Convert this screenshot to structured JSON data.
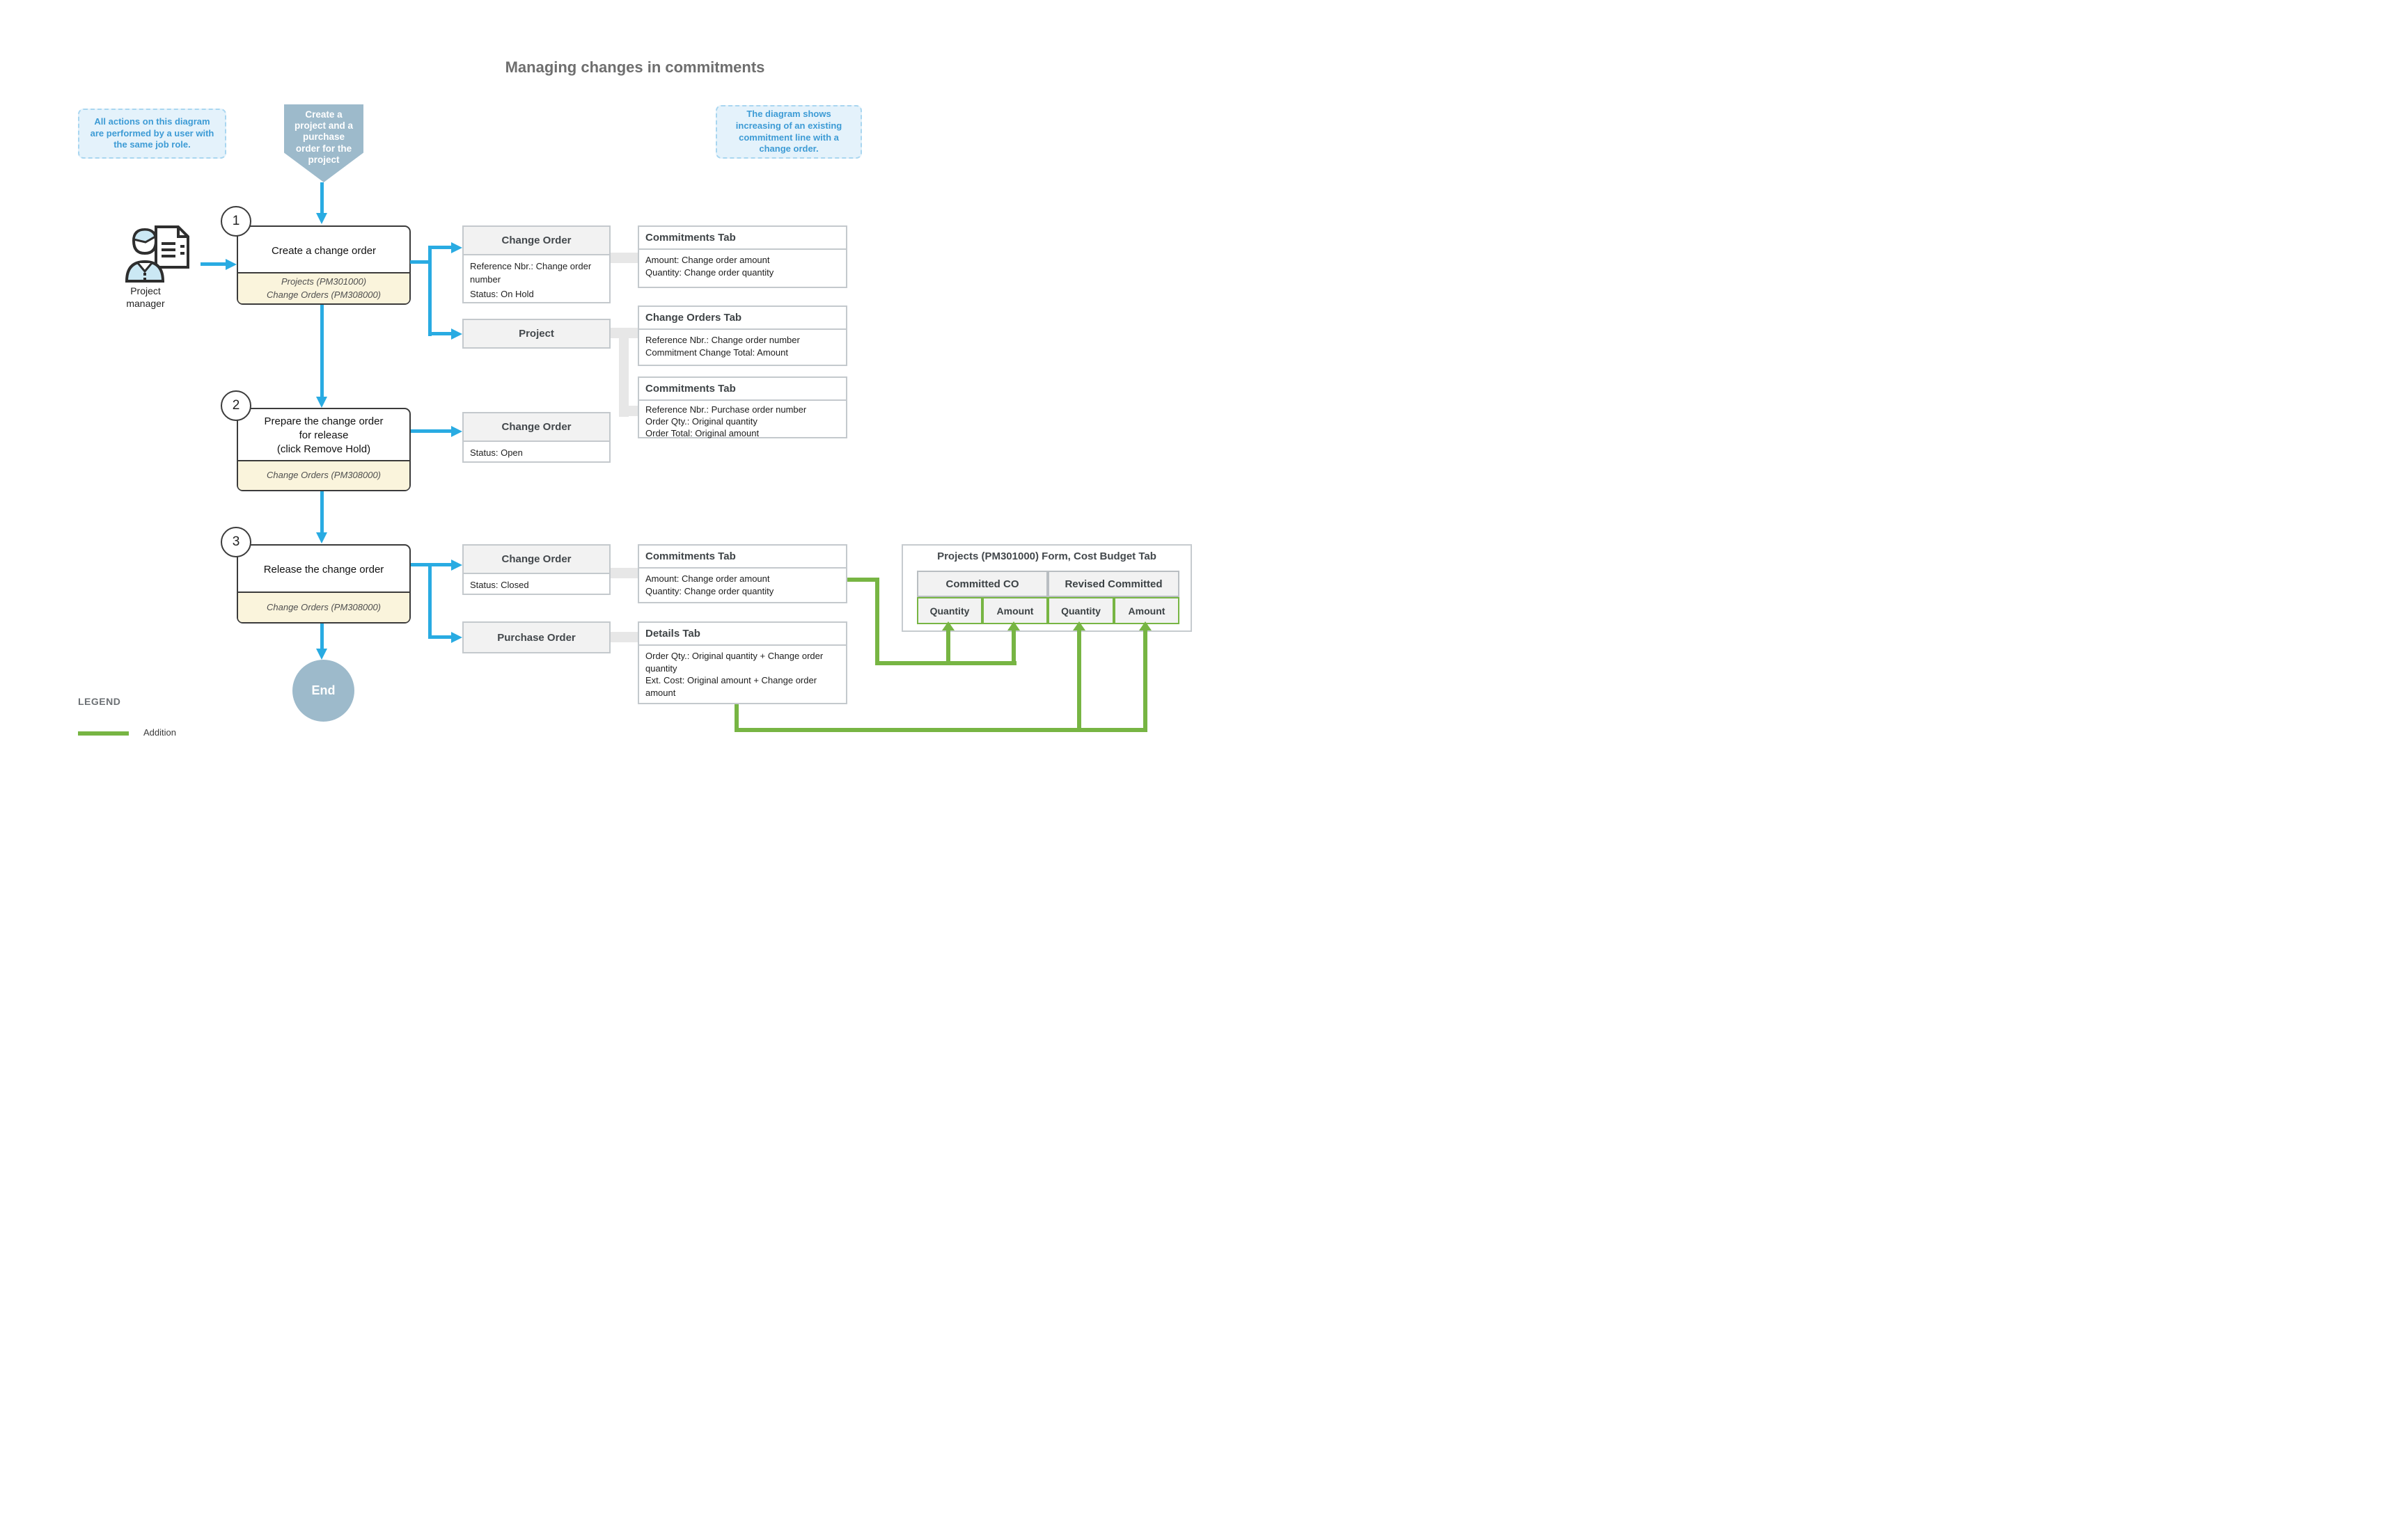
{
  "title": "Managing changes in commitments",
  "notes": {
    "left": "All actions on this diagram are performed by a user with the same job role.",
    "right": "The diagram shows increasing of an existing commitment line with a change order."
  },
  "banner": {
    "text": "Create a project and a purchase order for the project"
  },
  "actor": {
    "name": "Project manager"
  },
  "steps": [
    {
      "number": "1",
      "label_lines": [
        "Create a change order"
      ],
      "screens": [
        "Projects (PM301000)",
        "Change Orders (PM308000)"
      ]
    },
    {
      "number": "2",
      "label_lines": [
        "Prepare the change order",
        "for release",
        "(click Remove Hold)"
      ],
      "screens": [
        "Change Orders (PM308000)"
      ]
    },
    {
      "number": "3",
      "label_lines": [
        "Release the change order"
      ],
      "screens": [
        "Change Orders (PM308000)"
      ]
    }
  ],
  "entities": {
    "change_order_1": {
      "title": "Change Order",
      "lines": [
        "Reference Nbr.: Change order number",
        "Status: On Hold"
      ]
    },
    "project": {
      "title": "Project"
    },
    "change_order_2": {
      "title": "Change Order",
      "lines": [
        "Status: Open"
      ]
    },
    "change_order_3": {
      "title": "Change Order",
      "lines": [
        "Status: Closed"
      ]
    },
    "purchase_order": {
      "title": "Purchase Order"
    }
  },
  "tabs": {
    "commitments_1": {
      "title": "Commitments Tab",
      "lines": [
        "Amount: Change order amount",
        "Quantity: Change order quantity"
      ]
    },
    "change_orders": {
      "title": "Change Orders Tab",
      "lines": [
        "Reference Nbr.: Change order number",
        "Commitment Change Total: Amount"
      ]
    },
    "commitments_2": {
      "title": "Commitments Tab",
      "lines": [
        "Reference Nbr.: Purchase order number",
        "Order Qty.: Original quantity",
        "Order Total: Original amount"
      ]
    },
    "commitments_3": {
      "title": "Commitments Tab",
      "lines": [
        "Amount: Change order amount",
        "Quantity: Change order quantity"
      ]
    },
    "details": {
      "title": "Details Tab",
      "lines": [
        "Order Qty.: Original quantity + Change order quantity",
        "Ext. Cost: Original amount + Change order amount"
      ]
    }
  },
  "end_label": "End",
  "legend": {
    "title": "LEGEND",
    "items": [
      {
        "label": "Addition",
        "color": "#77B543"
      }
    ]
  },
  "budget_table": {
    "title": "Projects (PM301000) Form, Cost Budget Tab",
    "groups": [
      "Committed CO",
      "Revised Committed"
    ],
    "columns": [
      "Quantity",
      "Amount",
      "Quantity",
      "Amount"
    ]
  },
  "colors": {
    "flow_arrow": "#29ABE2",
    "addition": "#77B543",
    "shape_fill": "#9DBACB",
    "note_bg": "#E4F2FB",
    "note_border": "#A9D6F0",
    "note_text": "#3D9BD5",
    "screen_footer_bg": "#FAF4DC",
    "box_header_bg": "#F2F2F2",
    "connector_gray": "#E7E7E7",
    "box_border_gray": "#C4C9CD",
    "step_border": "#3B3B3B",
    "title_text": "#6E6E6E"
  }
}
